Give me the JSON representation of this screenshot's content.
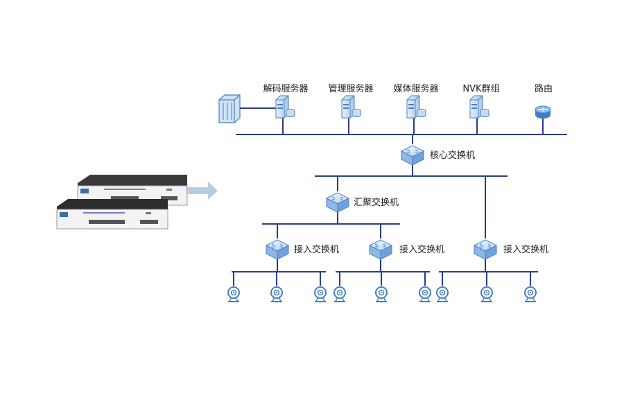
{
  "servers": {
    "decode": "解码服务器",
    "manage": "管理服务器",
    "media": "媒体服务器",
    "nvk": "NVK群组",
    "router": "路由"
  },
  "switches": {
    "core": "核心交换机",
    "aggregation": "汇聚交换机",
    "access_1": "接入交换机",
    "access_2": "接入交换机",
    "access_3": "接入交换机"
  },
  "colors": {
    "line": "#2c3a8c",
    "device_blue": "#4a90d9",
    "device_light": "#cfe3f7",
    "arrow": "#b8cde0"
  },
  "icons": {
    "server": "server-icon",
    "switch": "switch-icon",
    "camera": "camera-icon",
    "router": "router-icon",
    "storage": "storage-array-icon",
    "appliance": "rack-appliance"
  }
}
